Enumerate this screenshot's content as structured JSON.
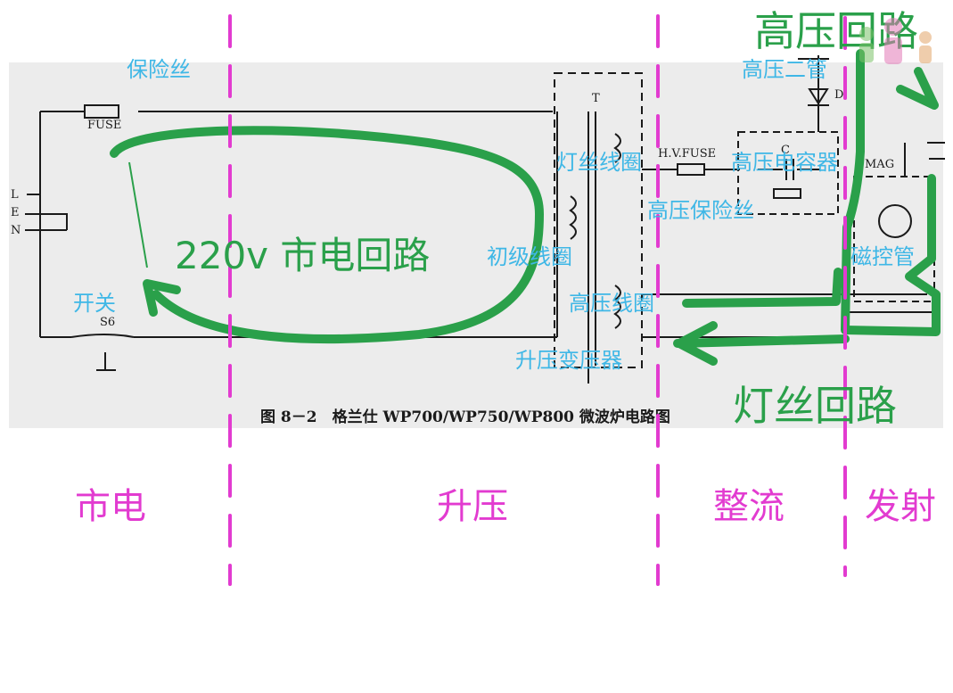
{
  "diagram": {
    "caption": "图 8－2　格兰仕 WP700/WP750/WP800 微波炉电路图",
    "schematic": {
      "fuse": "FUSE",
      "terminal_l": "L",
      "terminal_e": "E",
      "terminal_n": "N",
      "switch": "S6",
      "transformer": "T",
      "hv_fuse": "H.V.FUSE",
      "capacitor": "C",
      "diode": "D",
      "magnetron": "MAG"
    },
    "part_labels": {
      "fuse": "保险丝",
      "switch": "开关",
      "filament_coil": "灯丝线圈",
      "primary_coil": "初级线圈",
      "hv_coil": "高压线圈",
      "transformer": "升压变压器",
      "hv_fuse": "高压保险丝",
      "hv_capacitor": "高压电容器",
      "hv_diode": "高压二管",
      "magnetron": "磁控管"
    },
    "loops": {
      "mains": "220v 市电回路",
      "high_voltage": "高压回路",
      "filament": "灯丝回路"
    },
    "sections": [
      "市电",
      "升压",
      "整流",
      "发射"
    ],
    "colors": {
      "loop_green": "#2aa04a",
      "label_cyan": "#3fb7e6",
      "divider_magenta": "#e23bd0",
      "schematic_ink": "#1a1a1a"
    }
  }
}
